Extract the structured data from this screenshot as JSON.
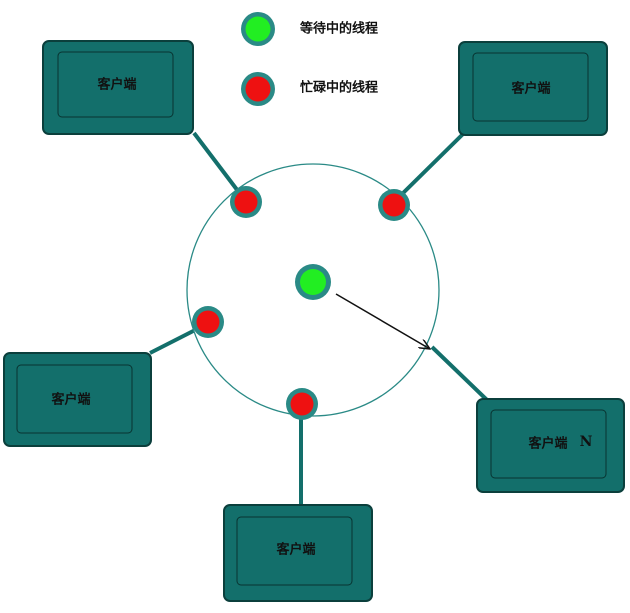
{
  "legend": {
    "waiting_label": "等待中的线程",
    "busy_label": "忙碌中的线程",
    "waiting_color": "#22ee22",
    "busy_color": "#ee1111"
  },
  "colors": {
    "box_fill": "#136f6b",
    "box_border": "#0b3f3c",
    "ring": "#2a8a86",
    "pool_circle": "#2a8a86"
  },
  "clients": [
    {
      "label": "客户端"
    },
    {
      "label": "客户端"
    },
    {
      "label": "客户端"
    },
    {
      "label": "客户端"
    },
    {
      "label": "客户端",
      "suffix": "N"
    }
  ]
}
